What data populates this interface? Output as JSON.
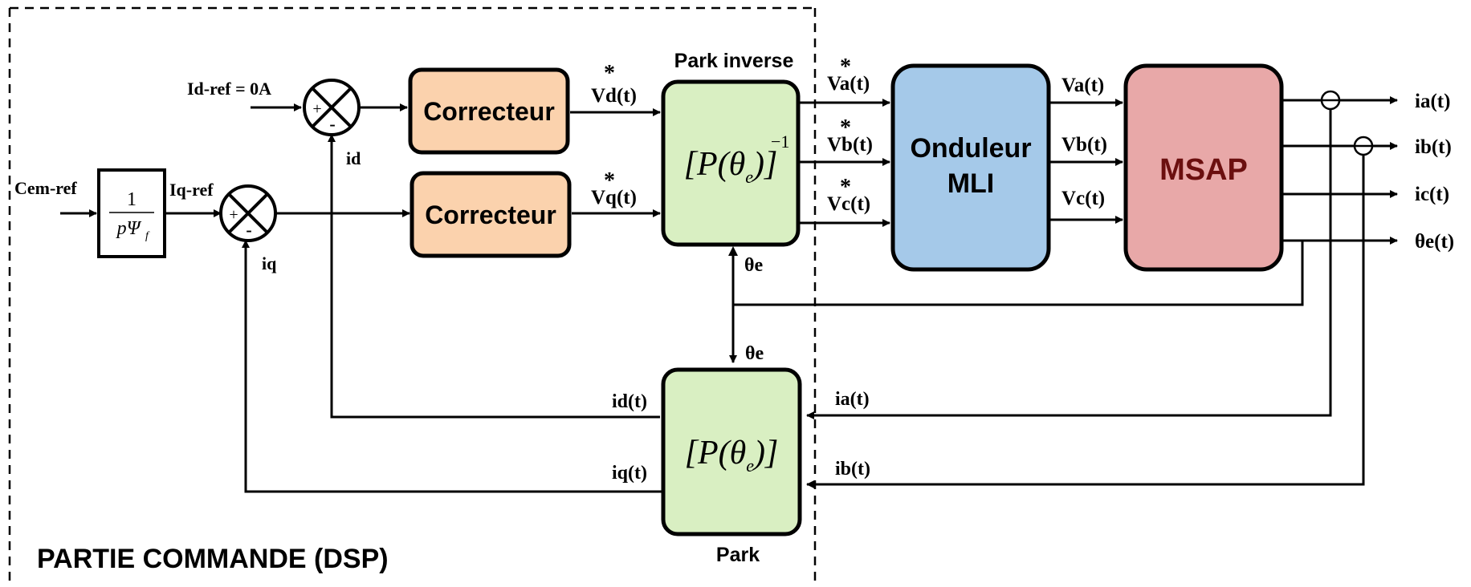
{
  "control_section": {
    "label": "PARTIE COMMANDE (DSP)"
  },
  "blocks": {
    "correcteur_d": {
      "label": "Correcteur",
      "color": "#fbd2ad"
    },
    "correcteur_q": {
      "label": "Correcteur",
      "color": "#fbd2ad"
    },
    "park_inverse": {
      "title": "Park inverse",
      "color": "#d9efc2"
    },
    "park": {
      "title": "Park",
      "color": "#d9efc2"
    },
    "onduleur": {
      "line1": "Onduleur",
      "line2": "MLI",
      "color": "#a5c9e9"
    },
    "msap": {
      "label": "MSAP",
      "color": "#e8a8a8",
      "text_color": "#6b0f0f"
    },
    "gain": {
      "numerator": "1",
      "denominator": "pΨ"
    }
  },
  "signals": {
    "cem_ref": "Cem-ref",
    "iq_ref": "Iq-ref",
    "id_ref": "Id-ref = 0A",
    "id": "id",
    "iq": "iq",
    "vd": "Vd(t)",
    "vq": "Vq(t)",
    "va_star": "Va(t)",
    "vb_star": "Vb(t)",
    "vc_star": "Vc(t)",
    "va": "Va(t)",
    "vb": "Vb(t)",
    "vc": "Vc(t)",
    "theta_e_top": "θe",
    "theta_e_mid": "θe",
    "id_t": "id(t)",
    "iq_t": "iq(t)",
    "ia_fb": "ia(t)",
    "ib_fb": "ib(t)"
  },
  "outputs": [
    "ia(t)",
    "ib(t)",
    "ic(t)",
    "θe(t)"
  ],
  "sum_signs": {
    "plus": "+",
    "minus": "-"
  }
}
